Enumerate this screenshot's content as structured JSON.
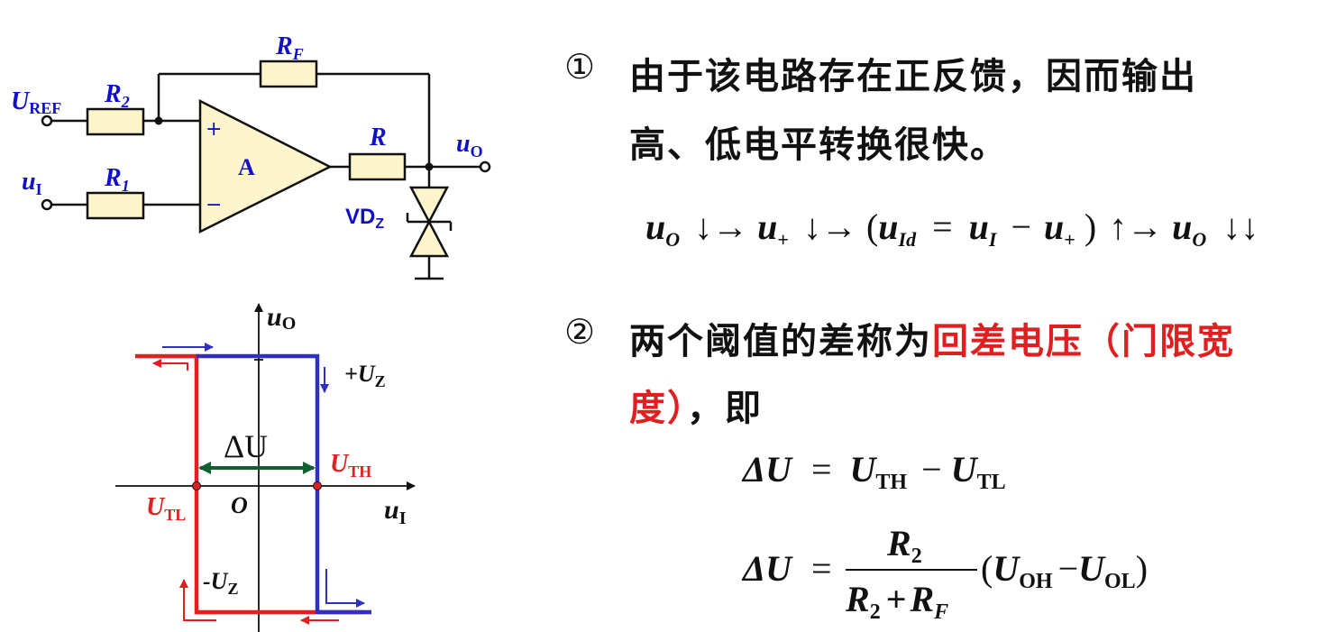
{
  "colors": {
    "resistor_fill": "#fff5cc",
    "opamp_fill": "#fff5cc",
    "label_blue": "#1010c8",
    "curve_red": "#e02020",
    "curve_blue": "#3030c0",
    "arrow_green": "#106030",
    "arrow_blue": "#3030c0",
    "arrow_red": "#e02020",
    "highlight_red": "#e02020"
  },
  "circuit": {
    "labels": {
      "rf": [
        "R",
        "F"
      ],
      "r2": [
        "R",
        "2"
      ],
      "r1": [
        "R",
        "1"
      ],
      "r": "R",
      "uref": [
        "U",
        "REF"
      ],
      "ui": [
        "u",
        "I"
      ],
      "uo": [
        "u",
        "O"
      ],
      "amp": "A",
      "plus": "+",
      "minus": "−",
      "vdz": [
        "VD",
        "Z"
      ]
    }
  },
  "graph": {
    "labels": {
      "uo_axis": [
        "u",
        "O"
      ],
      "ui_axis": [
        "u",
        "I"
      ],
      "origin": "O",
      "plus_uz": [
        "+U",
        "Z"
      ],
      "minus_uz": [
        "-U",
        "Z"
      ],
      "uth": [
        "U",
        "TH"
      ],
      "utl": [
        "U",
        "TL"
      ],
      "delta_u": "ΔU"
    }
  },
  "points": {
    "p1": {
      "num": "①",
      "line1": "由于该电路存在正反馈，因而输出",
      "line2": "高、低电平转换很快。"
    },
    "formula1": {
      "uo": [
        "u",
        "O"
      ],
      "down1": "↓→",
      "uplus": [
        "u",
        "+"
      ],
      "down2": "↓→",
      "lparen": "(",
      "uid": [
        "u",
        "Id"
      ],
      "eq": "=",
      "ui": [
        "u",
        "I"
      ],
      "minus": "−",
      "uplus2": [
        "u",
        "+"
      ],
      "rparen": ")",
      "up": "↑→",
      "uo2": [
        "u",
        "O"
      ],
      "down3": "↓↓"
    },
    "p2": {
      "num": "②",
      "line1_black": "两个阈值的差称为",
      "line1_red": "回差电压（门限宽",
      "line2_red": "度）",
      "line2_black": "，即"
    },
    "formula2": {
      "lhs": "ΔU",
      "eq": "=",
      "u1": [
        "U",
        "TH"
      ],
      "minus": "−",
      "u2": [
        "U",
        "TL"
      ]
    },
    "formula3": {
      "lhs": "ΔU",
      "eq": "=",
      "num": [
        "R",
        "2"
      ],
      "den_a": [
        "R",
        "2"
      ],
      "den_plus": "+",
      "den_b": [
        "R",
        "F"
      ],
      "lparen": "(",
      "u1": [
        "U",
        "OH"
      ],
      "minus": "−",
      "u2": [
        "U",
        "OL"
      ],
      "rparen": ")"
    }
  }
}
